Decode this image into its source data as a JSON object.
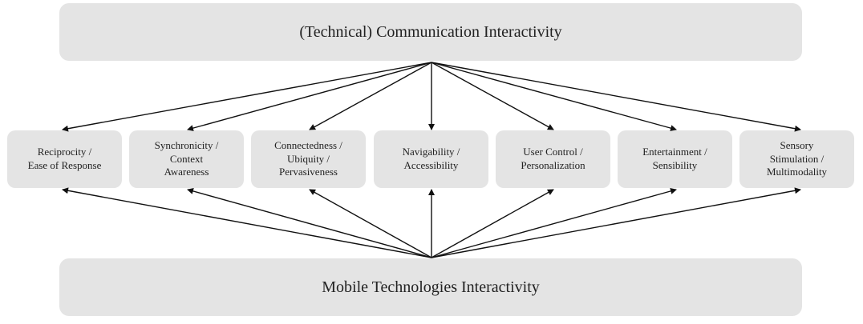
{
  "top_label": "(Technical) Communication Interactivity",
  "bottom_label": "Mobile Technologies Interactivity",
  "dimensions": [
    {
      "lines": [
        "Reciprocity /",
        "Ease of Response"
      ]
    },
    {
      "lines": [
        "Synchronicity /",
        "Context",
        "Awareness"
      ]
    },
    {
      "lines": [
        "Connectedness /",
        "Ubiquity /",
        "Pervasiveness"
      ]
    },
    {
      "lines": [
        "Navigability /",
        "Accessibility"
      ]
    },
    {
      "lines": [
        "User Control /",
        "Personalization"
      ]
    },
    {
      "lines": [
        "Entertainment /",
        "Sensibility"
      ]
    },
    {
      "lines": [
        "Sensory",
        "Stimulation /",
        "Multimodality"
      ]
    }
  ]
}
